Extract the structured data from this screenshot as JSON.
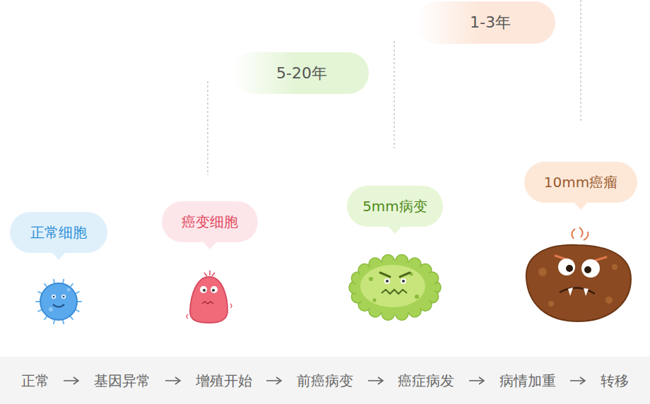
{
  "diagram": {
    "nodes": [
      {
        "text": [
          "正常细胞"
        ]
      },
      {
        "text": [
          "癌变细胞"
        ]
      },
      {
        "text": [
          "5-20年"
        ]
      },
      {
        "text": [
          "5mm病变"
        ]
      },
      {
        "text": [
          "1-3年"
        ]
      },
      {
        "text": [
          "10mm癌瘤"
        ]
      },
      {
        "text": [
          "正常",
          "基因异常",
          "增殖开始",
          "前癌病变",
          "癌症病发",
          "病情加重",
          "转移"
        ]
      }
    ],
    "edges": []
  }
}
